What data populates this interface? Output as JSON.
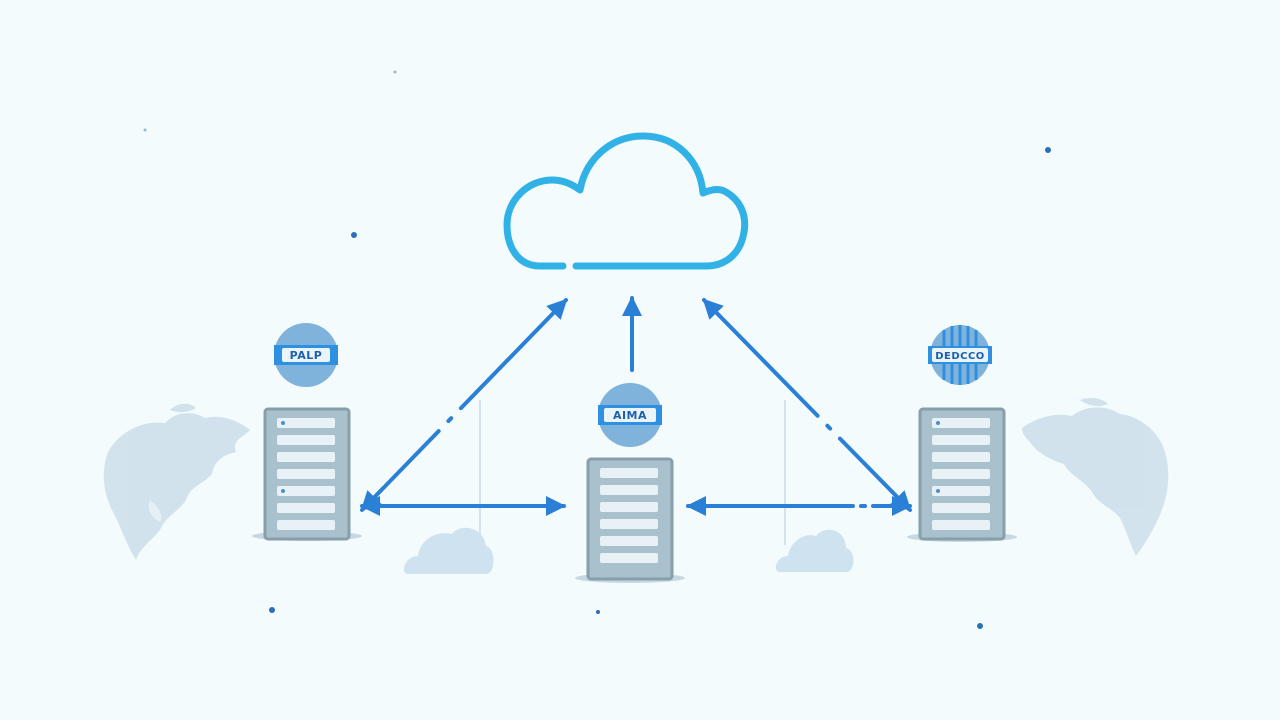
{
  "colors": {
    "background": "#f3fbfd",
    "cloud": "#31b2e6",
    "arrow": "#2a7fd6",
    "server_body": "#a9c1cc",
    "server_frame": "#879fab",
    "server_slot": "#e8f2f6",
    "badge": "#7fb3db",
    "badge_band": "#2f8fe0",
    "map": "#cfe0ec",
    "small_cloud": "#cfe2ef",
    "dot": "#2a6fb8"
  },
  "icons": {
    "main_cloud": "cloud-icon",
    "server": "server-rack-icon",
    "badge": "globe-badge-icon",
    "map": "world-map-icon",
    "small_cloud": "cloud-icon"
  },
  "nodes": {
    "left": {
      "badge_text": "PALP"
    },
    "center": {
      "badge_text": "AIMA"
    },
    "right": {
      "badge_text": "DEDCCO"
    }
  }
}
